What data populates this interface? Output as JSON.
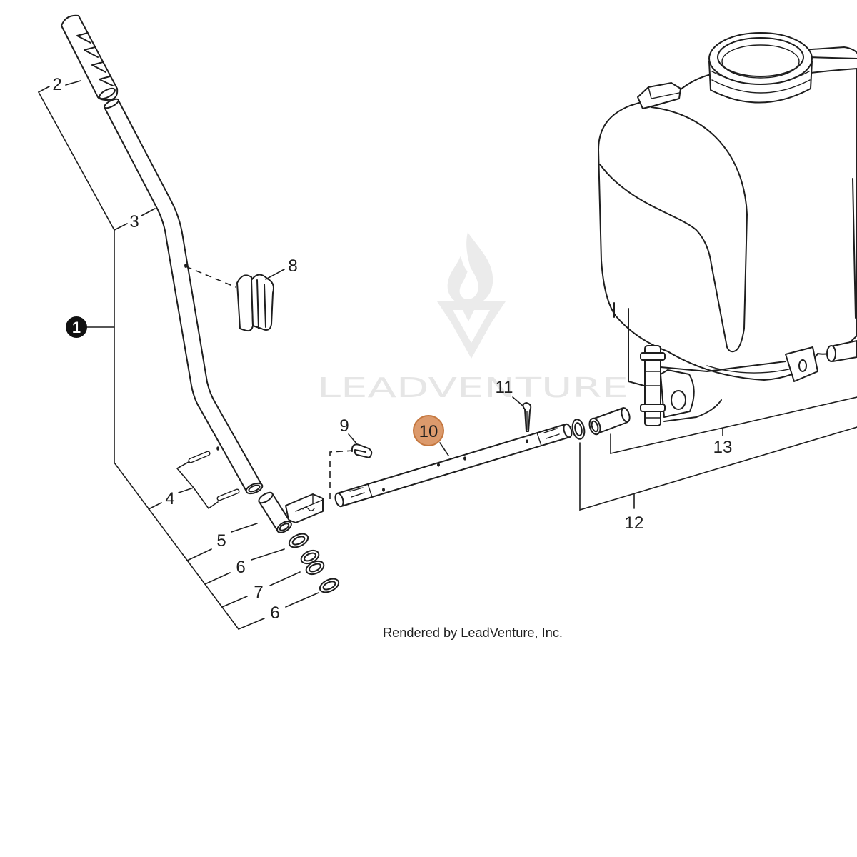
{
  "diagram": {
    "watermark": {
      "logo_icon": "flame-chevron-logo-icon",
      "text": "LEADVENTURE"
    },
    "caption": "Rendered by LeadVenture, Inc.",
    "highlight_fill": "#dc9a6c",
    "selected_callout": "10",
    "callouts": [
      {
        "label": "1"
      },
      {
        "label": "2"
      },
      {
        "label": "3"
      },
      {
        "label": "4"
      },
      {
        "label": "5"
      },
      {
        "label": "6"
      },
      {
        "label": "7"
      },
      {
        "label": "6"
      },
      {
        "label": "8"
      },
      {
        "label": "9"
      },
      {
        "label": "10"
      },
      {
        "label": "11"
      },
      {
        "label": "12"
      },
      {
        "label": "13"
      }
    ]
  }
}
